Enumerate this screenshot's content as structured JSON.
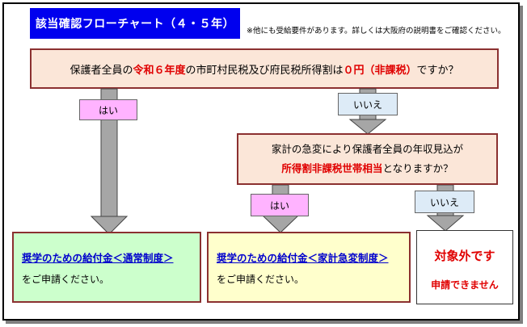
{
  "title": "該当確認フローチャート（４・５年）",
  "note": "※他にも受給要件があります。詳しくは大阪府の説明書をご確認ください。",
  "question1": {
    "prefix": "保護者全員の",
    "highlight1": "令和６年度",
    "middle": "の市町村民税及び府民税所得割は",
    "highlight2": "０円（非課税）",
    "suffix": "ですか？"
  },
  "question2": {
    "line1": "家計の急変により保護者全員の年収見込が",
    "highlight": "所得割非課税世帯相当",
    "line2_suffix": "となりますか？"
  },
  "labels": {
    "yes1": "はい",
    "no1": "いいえ",
    "yes2": "はい",
    "no2": "いいえ"
  },
  "results": {
    "regular": {
      "title": "奨学のための給付金＜通常制度＞",
      "sub": "をご申請ください。"
    },
    "sudden": {
      "title": "奨学のための給付金＜家計急変制度＞",
      "sub": "をご申請ください。"
    },
    "ineligible": {
      "title": "対象外です",
      "sub": "申請できません"
    }
  },
  "colors": {
    "title_bg": "#0000ee",
    "question_bg": "#fbe6d8",
    "yes_bg": "#ffb3ff",
    "no_bg": "#ddebf7",
    "regular_bg": "#ccffcc",
    "sudden_bg": "#ffffcc",
    "emphasis": "#e00000"
  }
}
